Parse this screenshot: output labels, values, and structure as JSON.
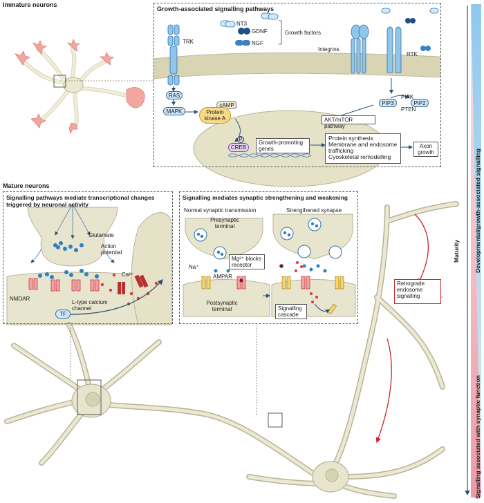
{
  "sections": {
    "immature": "Immature neurons",
    "mature": "Mature neurons"
  },
  "growth_panel": {
    "title": "Growth-associated signalling pathways",
    "trk": "TRK",
    "nt3": "NT3",
    "gdnf": "GDNF",
    "ngf": "NGF",
    "growth_factors": "Growth factors",
    "integrins": "Integrins",
    "rtk": "RTK",
    "ras": "RAS",
    "mapk": "MAPK",
    "camp": "cAMP",
    "pka": "Protein kinase A",
    "pip3": "PIP3",
    "pip2": "PIP2",
    "pipk": "PIPK",
    "pten": "PTEN",
    "akt": "AKT/mTOR pathway",
    "p": "P",
    "creb": "CREB",
    "growth_genes": "Growth-promoting genes",
    "outcomes": [
      "Protein synthesis",
      "Membrane and endosome trafficking",
      "Cyoskeletal remodelling"
    ],
    "axon_growth": "Axon growth"
  },
  "transcription_panel": {
    "title": "Signalling pathways mediate transcriptional changes triggered by neuronal activity",
    "glutamate": "Glutamate",
    "action_potential": "Action potential",
    "ca": "Ca²⁺",
    "nmdar": "NMDAR",
    "ltype": "L-type calcium channel",
    "tf": "TF"
  },
  "synaptic_panel": {
    "title": "Signalling mediates synaptic strengthening and weakening",
    "normal": "Normal synaptic transmission",
    "strengthened": "Strengthened synapse",
    "presynaptic": "Presynaptic terminal",
    "mg": "Mg²⁺ blocks receptor",
    "na": "Na⁺",
    "ampar": "AMPAR",
    "postsynaptic": "Postsynaptic terminal",
    "cascade": "Signalling cascade"
  },
  "retrograde": "Retrograde endosome signalling",
  "side": {
    "top": "Developmental/growth-associated signalling",
    "maturity": "Maturity",
    "bottom": "Signalling associated with synaptic function"
  },
  "colors": {
    "cell_fill": "#e8e5cf",
    "cell_stroke": "#b8b394",
    "immature_pink": "#f2a6a0",
    "blue": "#8fc6ea",
    "dark_blue": "#2e6fa8",
    "chip_yellow": "#f8d98a",
    "red": "#c8262a",
    "gradient_blue": "#9fd0f0",
    "gradient_pink": "#f1b5bd"
  }
}
